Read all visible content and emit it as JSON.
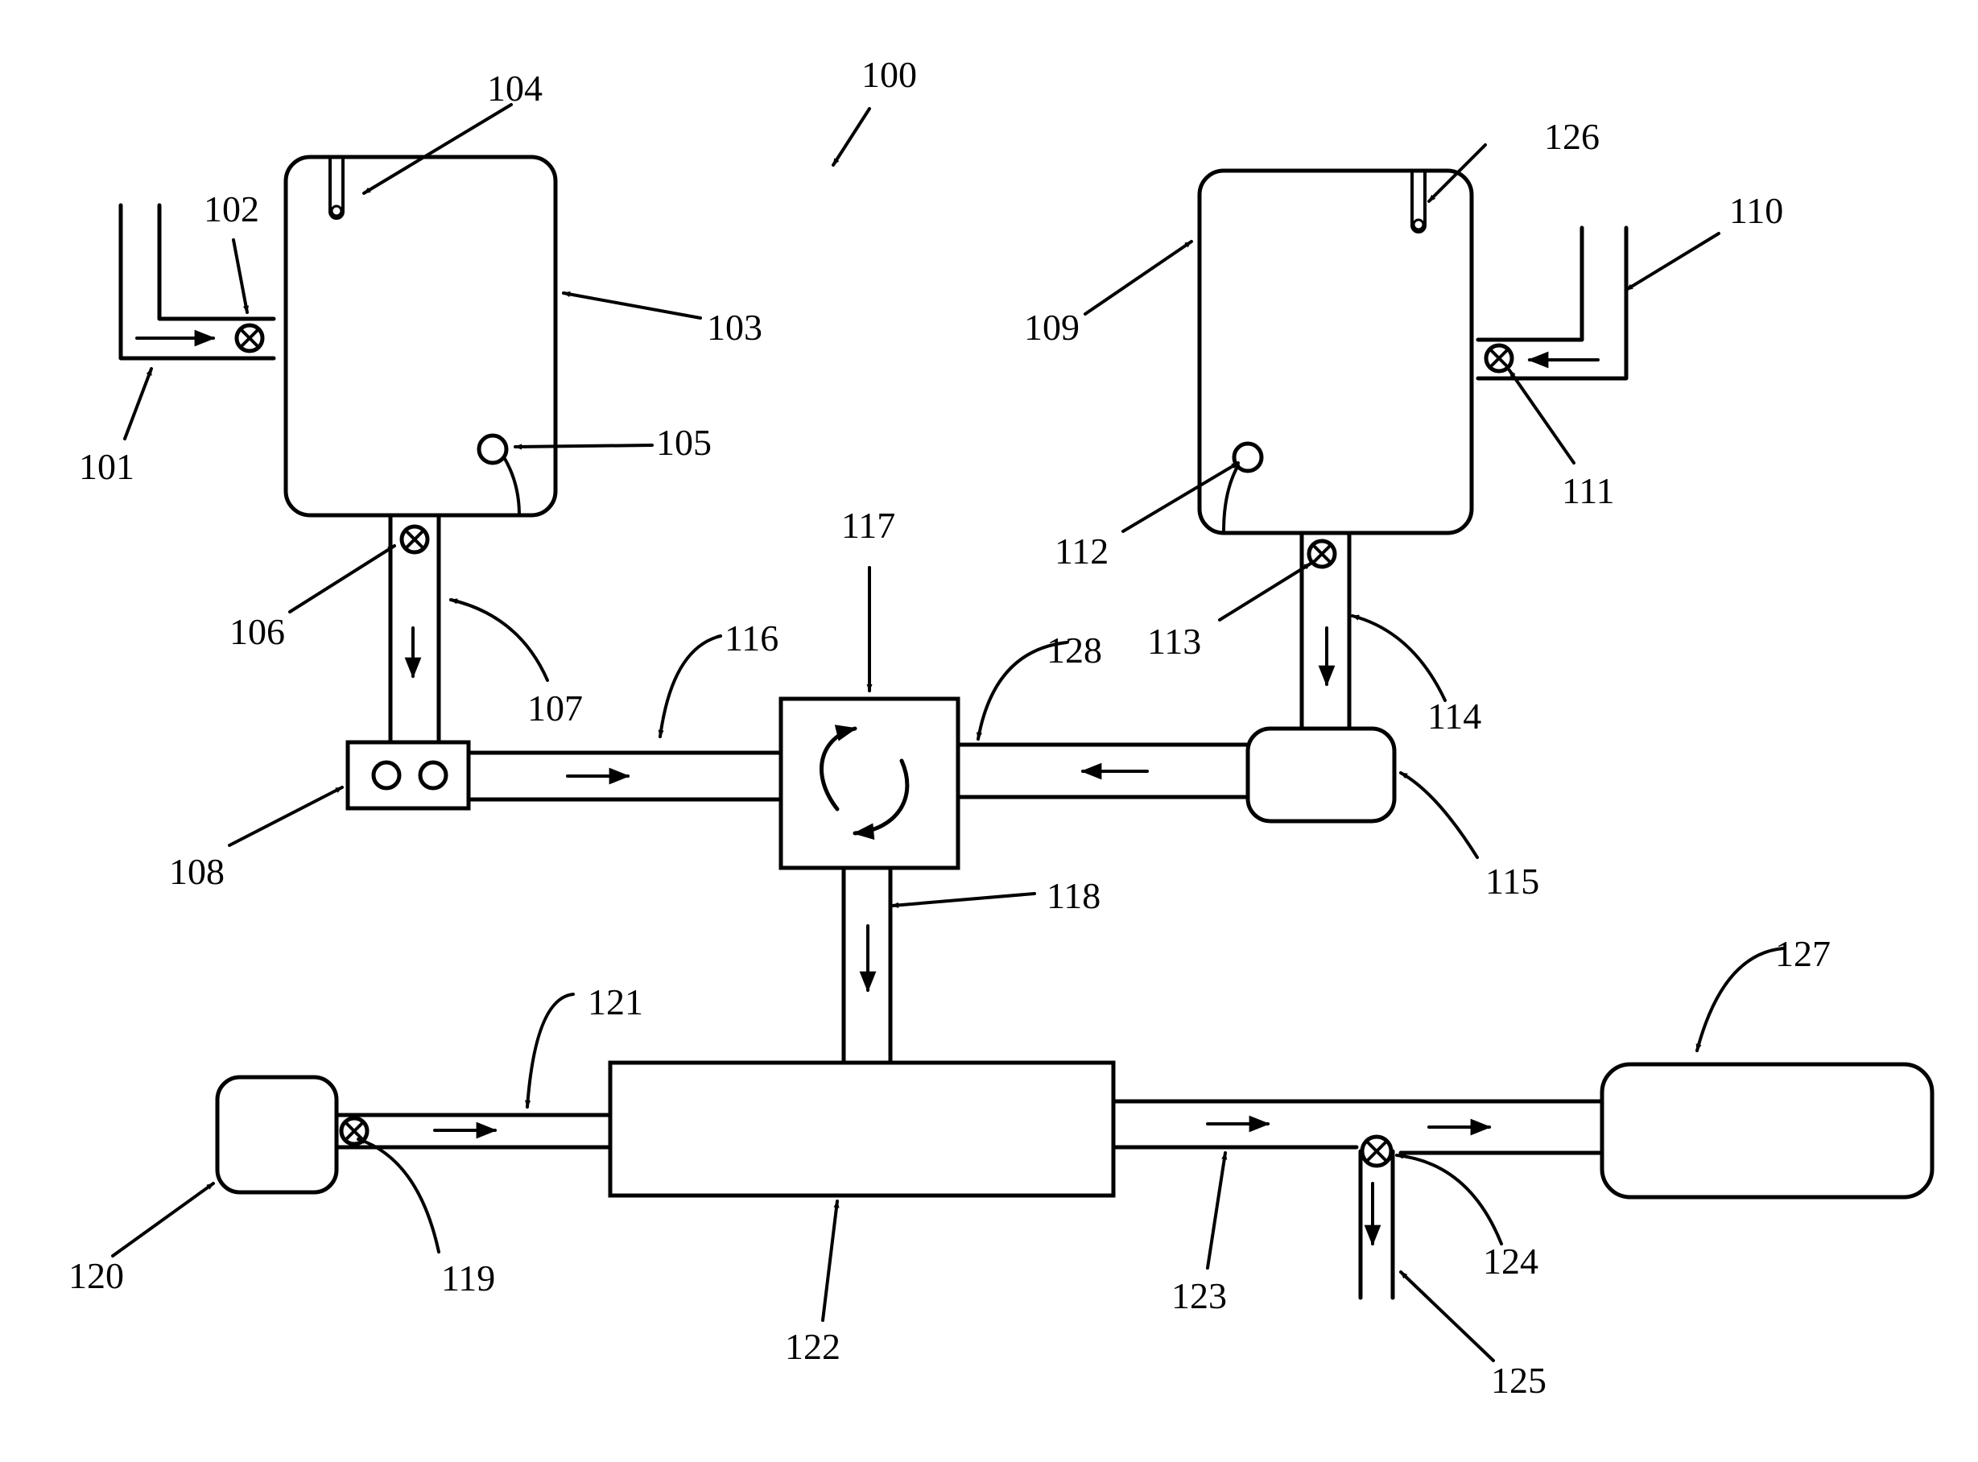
{
  "labels": {
    "l100": "100",
    "l101": "101",
    "l102": "102",
    "l103": "103",
    "l104": "104",
    "l105": "105",
    "l106": "106",
    "l107": "107",
    "l108": "108",
    "l109": "109",
    "l110": "110",
    "l111": "111",
    "l112": "112",
    "l113": "113",
    "l114": "114",
    "l115": "115",
    "l116": "116",
    "l117": "117",
    "l118": "118",
    "l119": "119",
    "l120": "120",
    "l121": "121",
    "l122": "122",
    "l123": "123",
    "l124": "124",
    "l125": "125",
    "l126": "126",
    "l127": "127",
    "l128": "128"
  }
}
